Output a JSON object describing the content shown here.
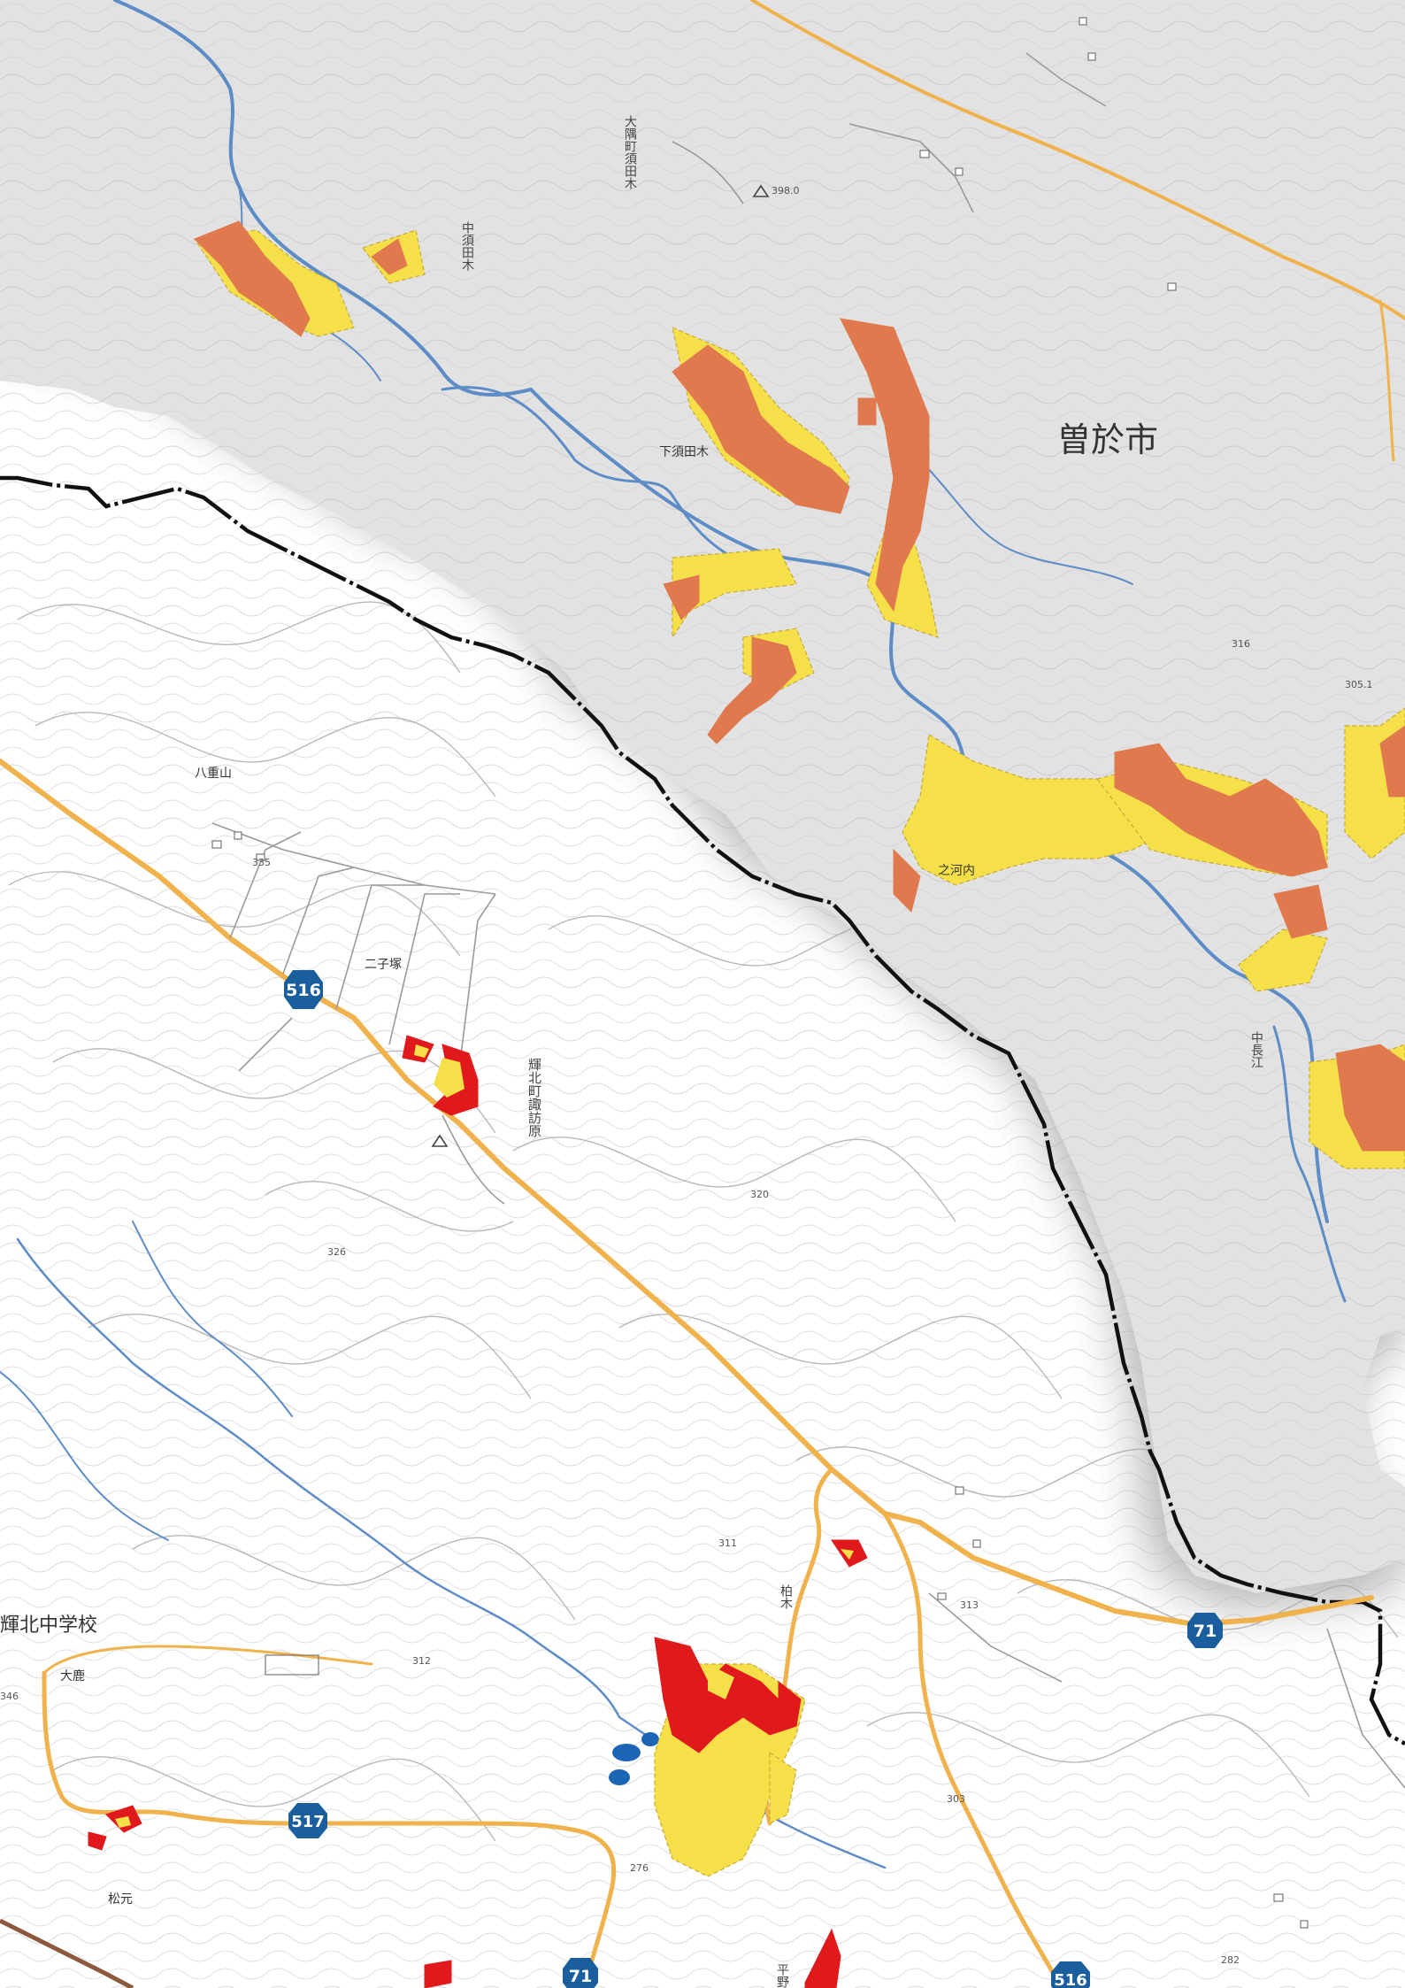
{
  "city_label": "曽於市",
  "place_labels": {
    "osumi_sudaki": "大隅町須田木",
    "naka_sudaki": "中須田木",
    "shimo_sudaki": "下須田木",
    "yaeyama": "八重山",
    "futagozuka": "二子塚",
    "kihoku_suwabaru": "輝北町諏訪原",
    "nokawauchi": "之河内",
    "nakanagae": "中長江",
    "kashiwagi": "柏木",
    "oshika": "大鹿",
    "matsumoto": "松元",
    "hirano": "平野"
  },
  "school_label": "輝北中学校",
  "elevations": {
    "e398": "398.0",
    "e316": "316",
    "e305": "305.1",
    "e320": "320",
    "e326": "326",
    "e311": "311",
    "e313": "313",
    "e312": "312",
    "e303": "303",
    "e282": "282",
    "e276": "276",
    "e335": "335",
    "e346": "346"
  },
  "route_shields": {
    "r516": "516",
    "r71a": "71",
    "r517": "517",
    "r71b": "71",
    "r516b": "516"
  },
  "colors": {
    "zone_yellow": "#f5e04a",
    "zone_orange": "#e07a4e",
    "zone_red": "#e0191c",
    "river": "#5d8cc6",
    "road": "#f0b24d",
    "boundary": "#111111",
    "outside_area": "#e2e2e2",
    "shield": "#1a5e9e"
  }
}
